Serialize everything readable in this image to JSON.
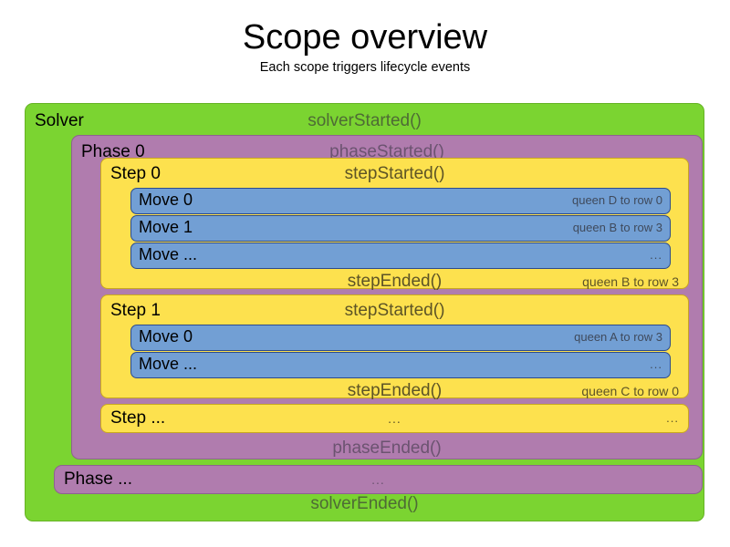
{
  "header": {
    "title": "Scope overview",
    "subtitle": "Each scope triggers lifecycle events"
  },
  "colors": {
    "solver": "#7BD431",
    "phase": "#B07CAE",
    "step": "#FDE14E",
    "move": "#729FD4",
    "background": "#FFFFFF",
    "event_text": "#555555",
    "label_text": "#000000"
  },
  "diagram": {
    "solver": {
      "label": "Solver",
      "started_event": "solverStarted()",
      "ended_event": "solverEnded()",
      "phases": [
        {
          "label": "Phase 0",
          "started_event": "phaseStarted()",
          "ended_event": "phaseEnded()",
          "steps": [
            {
              "label": "Step 0",
              "started_event": "stepStarted()",
              "ended_event": "stepEnded()",
              "ended_detail": "queen B to row 3",
              "moves": [
                {
                  "label": "Move 0",
                  "detail": "queen D to row 0"
                },
                {
                  "label": "Move 1",
                  "detail": "queen B to row 3"
                },
                {
                  "label": "Move ...",
                  "detail": "..."
                }
              ]
            },
            {
              "label": "Step 1",
              "started_event": "stepStarted()",
              "ended_event": "stepEnded()",
              "ended_detail": "queen C to row 0",
              "moves": [
                {
                  "label": "Move 0",
                  "detail": "queen A to row 3"
                },
                {
                  "label": "Move ...",
                  "detail": "..."
                }
              ]
            }
          ],
          "step_ellipsis": {
            "label": "Step ...",
            "event": "...",
            "detail": "..."
          }
        }
      ],
      "phase_ellipsis": {
        "label": "Phase ...",
        "event": "..."
      }
    }
  }
}
